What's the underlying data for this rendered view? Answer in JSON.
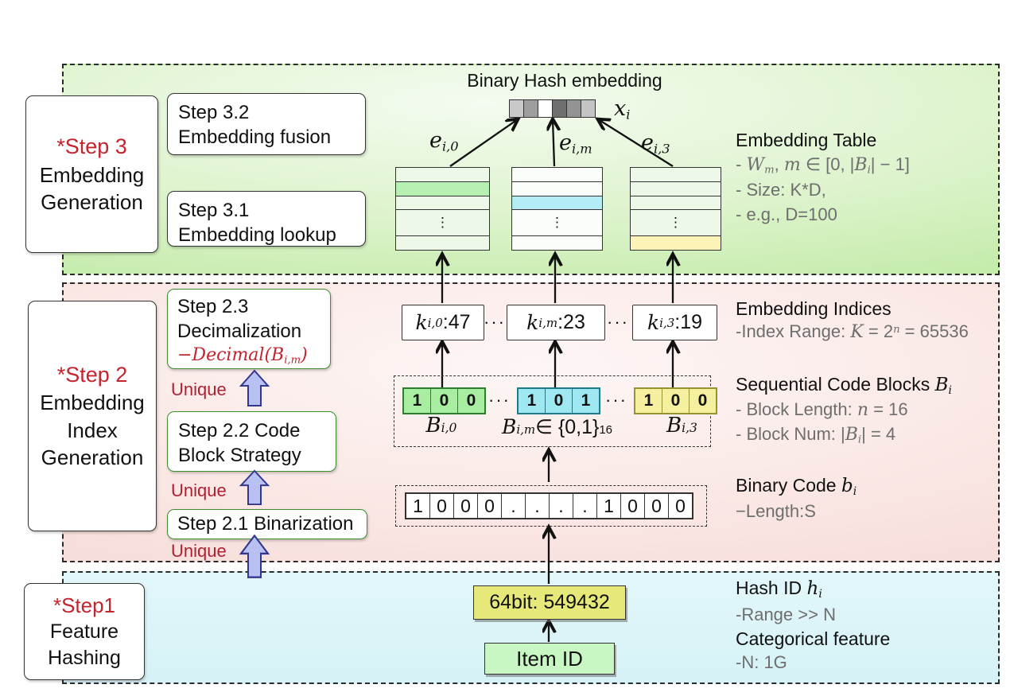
{
  "symbols": {
    "vdots": "⋮",
    "hdots": "···"
  },
  "colors": {
    "step_red": "#c3242e",
    "unique_red": "#b02031",
    "green_box_border": "#3f8f2f",
    "arrow_blue_fill": "#b9c0f2",
    "arrow_blue_stroke": "#32388f",
    "section_green": "#cdefb4",
    "section_pink": "#f8dfdc",
    "section_cyan": "#dcf5f8",
    "highlight_green": "#b7f0b3",
    "highlight_cyan": "#b3ecf4",
    "highlight_yellow": "#fbf3b8",
    "hash_box_fill": "#e6e97a",
    "item_box_fill": "#c9f7c3",
    "gray_text": "#6e6e6e"
  },
  "step3_panel": {
    "label": {
      "star": "*Step 3",
      "line1": "Embedding",
      "line2": "Generation"
    },
    "box_32": {
      "line1": "Step 3.2",
      "line2": "Embedding fusion"
    },
    "box_31": {
      "line1": "Step 3.1",
      "line2": "Embedding lookup"
    },
    "title": "Binary Hash embedding",
    "vector": {
      "cells": [
        "#c9c9c9",
        "#9e9e9e",
        "#ffffff",
        "#6f6f6f",
        "#939393",
        "#c4c4c4"
      ],
      "label": [
        {
          "t": "x",
          "cls": "math"
        },
        {
          "t": "i",
          "s": 1,
          "cls": "math"
        }
      ]
    },
    "e_labels": [
      [
        {
          "t": "e",
          "cls": "math"
        },
        {
          "t": "i,0",
          "s": 1,
          "cls": "math"
        }
      ],
      [
        {
          "t": "e",
          "cls": "math"
        },
        {
          "t": "i,m",
          "s": 1,
          "cls": "math"
        }
      ],
      [
        {
          "t": "e",
          "cls": "math"
        },
        {
          "t": "i,3",
          "s": 1,
          "cls": "math"
        }
      ]
    ],
    "tables": [
      {
        "highlight_row": 2,
        "highlight_color": "#b7f0b3"
      },
      {
        "highlight_row": 3,
        "highlight_color": "#b3ecf4"
      },
      {
        "highlight_row": 5,
        "highlight_color": "#fbf3b8"
      }
    ],
    "info": {
      "title": "Embedding Table",
      "line1": [
        {
          "t": "- ",
          "cls": "gray"
        },
        {
          "t": "W",
          "cls": "math gray"
        },
        {
          "t": "m",
          "s": 1,
          "cls": "math gray"
        },
        {
          "t": ", ",
          "cls": "gray"
        },
        {
          "t": "m",
          "cls": "math gray"
        },
        {
          "t": " ∈ [0, |",
          "cls": "gray"
        },
        {
          "t": "B",
          "cls": "math gray"
        },
        {
          "t": "i",
          "s": 1,
          "cls": "math gray"
        },
        {
          "t": "| − 1]",
          "cls": "gray"
        }
      ],
      "line2": [
        {
          "t": "- Size: K*D,",
          "cls": "gray"
        }
      ],
      "line3": [
        {
          "t": "- e.g., D=100",
          "cls": "gray"
        }
      ]
    }
  },
  "step2_panel": {
    "label": {
      "star": "*Step 2",
      "line1": "Embedding",
      "line2": "Index",
      "line3": "Generation"
    },
    "box_23": {
      "line1": "Step 2.3",
      "line2": "Decimalization",
      "math": [
        {
          "t": "−Decimal(B",
          "cls": "math red"
        },
        {
          "t": "i,m",
          "s": 1,
          "cls": "math red"
        },
        {
          "t": ")",
          "cls": "math red"
        }
      ]
    },
    "box_22": {
      "line1": "Step 2.2 Code",
      "line2": "Block Strategy"
    },
    "box_21": {
      "line1": "Step 2.1 Binarization"
    },
    "unique": "Unique",
    "k_boxes": [
      [
        {
          "t": "k",
          "cls": "math"
        },
        {
          "t": "i,0",
          "s": 1,
          "cls": "math"
        },
        {
          "t": ":47"
        }
      ],
      [
        {
          "t": "k",
          "cls": "math"
        },
        {
          "t": "i,m",
          "s": 1,
          "cls": "math"
        },
        {
          "t": ":23"
        }
      ],
      [
        {
          "t": "k",
          "cls": "math"
        },
        {
          "t": "i,3",
          "s": 1,
          "cls": "math"
        },
        {
          "t": ":19"
        }
      ]
    ],
    "indices_info": {
      "title": "Embedding Indices",
      "line1": [
        {
          "t": "-Index Range: ",
          "cls": "gray"
        },
        {
          "t": "K",
          "cls": "math"
        },
        {
          "t": " = 2"
        },
        {
          "t": "n",
          "p": 1,
          "cls": "math"
        },
        {
          "t": " = 65536"
        }
      ]
    },
    "blocks": [
      {
        "fill": "#a8eda0",
        "border": "#2e7d32",
        "bits": [
          "1",
          "0",
          "0"
        ],
        "label": [
          {
            "t": "B",
            "cls": "math"
          },
          {
            "t": "i,0",
            "s": 1,
            "cls": "math"
          }
        ]
      },
      {
        "fill": "#9fe8f2",
        "border": "#1f7a8a",
        "bits": [
          "1",
          "0",
          "1"
        ],
        "label": [
          {
            "t": "B",
            "cls": "math"
          },
          {
            "t": "i,m",
            "s": 1,
            "cls": "math"
          },
          {
            "t": " ∈ {0,1}"
          },
          {
            "t": "16",
            "p": 1
          }
        ]
      },
      {
        "fill": "#f5f0a0",
        "border": "#97932f",
        "bits": [
          "1",
          "0",
          "0"
        ],
        "label": [
          {
            "t": "B",
            "cls": "math"
          },
          {
            "t": "i,3",
            "s": 1,
            "cls": "math"
          }
        ]
      }
    ],
    "blocks_info": {
      "title": [
        {
          "t": "Sequential Code Blocks "
        },
        {
          "t": "B",
          "cls": "math"
        },
        {
          "t": "i",
          "s": 1,
          "cls": "math"
        }
      ],
      "line1": [
        {
          "t": "- Block Length: ",
          "cls": "gray"
        },
        {
          "t": "n",
          "cls": "math"
        },
        {
          "t": " = 16"
        }
      ],
      "line2": [
        {
          "t": "- Block Num: ",
          "cls": "gray"
        },
        {
          "t": "|"
        },
        {
          "t": "B",
          "cls": "math"
        },
        {
          "t": "i",
          "s": 1,
          "cls": "math"
        },
        {
          "t": "| = 4"
        }
      ]
    },
    "binary": {
      "cells": [
        "1",
        "0",
        "0",
        "0",
        ".",
        ".",
        ".",
        ".",
        "1",
        "0",
        "0",
        "0"
      ]
    },
    "binary_info": {
      "title": [
        {
          "t": "Binary Code "
        },
        {
          "t": "b",
          "cls": "math"
        },
        {
          "t": "i",
          "s": 1,
          "cls": "math"
        }
      ],
      "line1": [
        {
          "t": "−Length:S",
          "cls": "gray"
        }
      ]
    }
  },
  "step1_panel": {
    "label": {
      "star": "*Step1",
      "line1": "Feature",
      "line2": "Hashing"
    },
    "hash_box": "64bit: 549432",
    "item_box": "Item ID",
    "info": {
      "hash_title": [
        {
          "t": "Hash ID "
        },
        {
          "t": "h",
          "cls": "math"
        },
        {
          "t": "i",
          "s": 1,
          "cls": "math"
        }
      ],
      "range_line": "-Range >> N",
      "cat_title": "Categorical feature",
      "n_line": "-N: 1G"
    }
  }
}
